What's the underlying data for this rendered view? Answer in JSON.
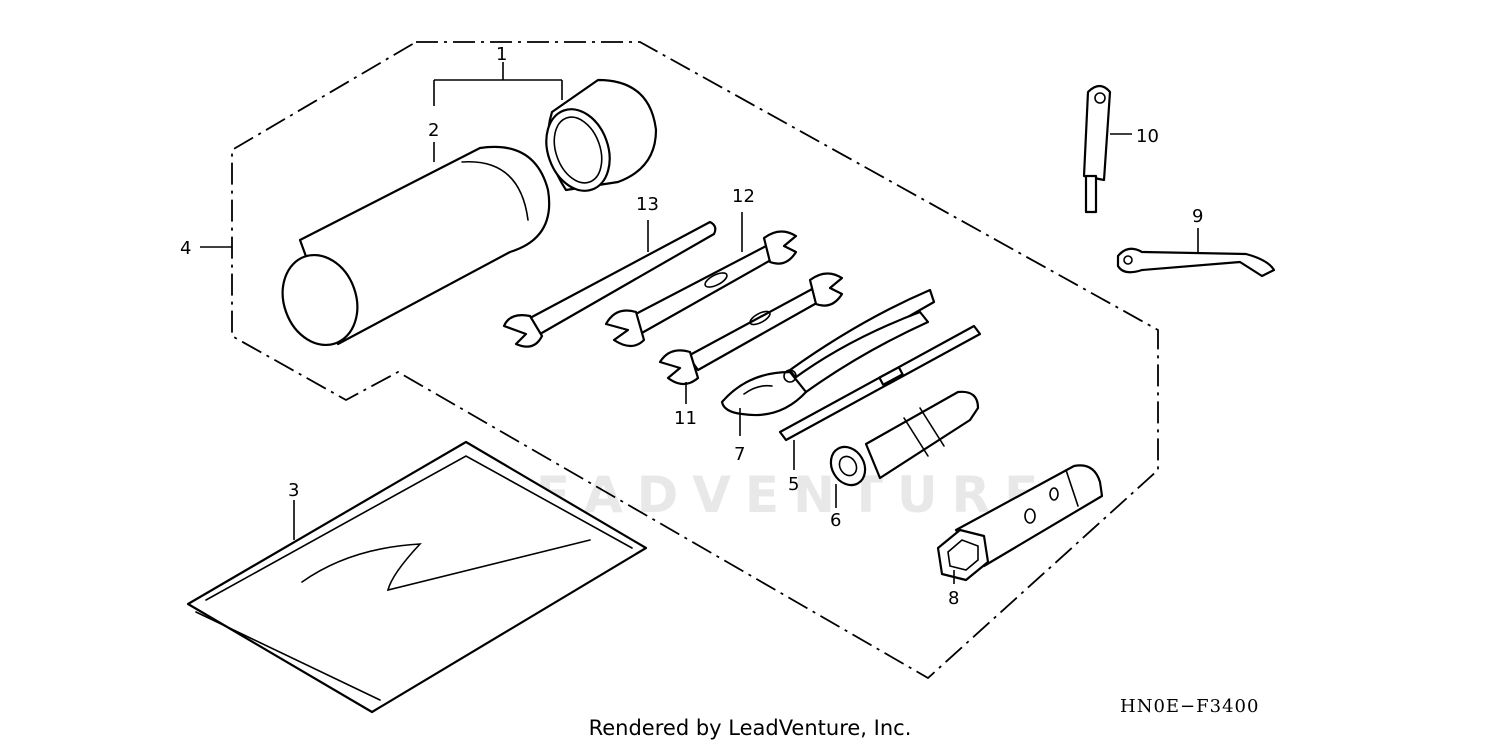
{
  "diagram": {
    "callouts": [
      "1",
      "2",
      "3",
      "4",
      "5",
      "6",
      "7",
      "8",
      "9",
      "10",
      "11",
      "12",
      "13"
    ],
    "drawing_code": "HN0E−F3400",
    "watermark": "LEADVENTURE"
  },
  "footer": {
    "text": "Rendered by LeadVenture, Inc."
  }
}
